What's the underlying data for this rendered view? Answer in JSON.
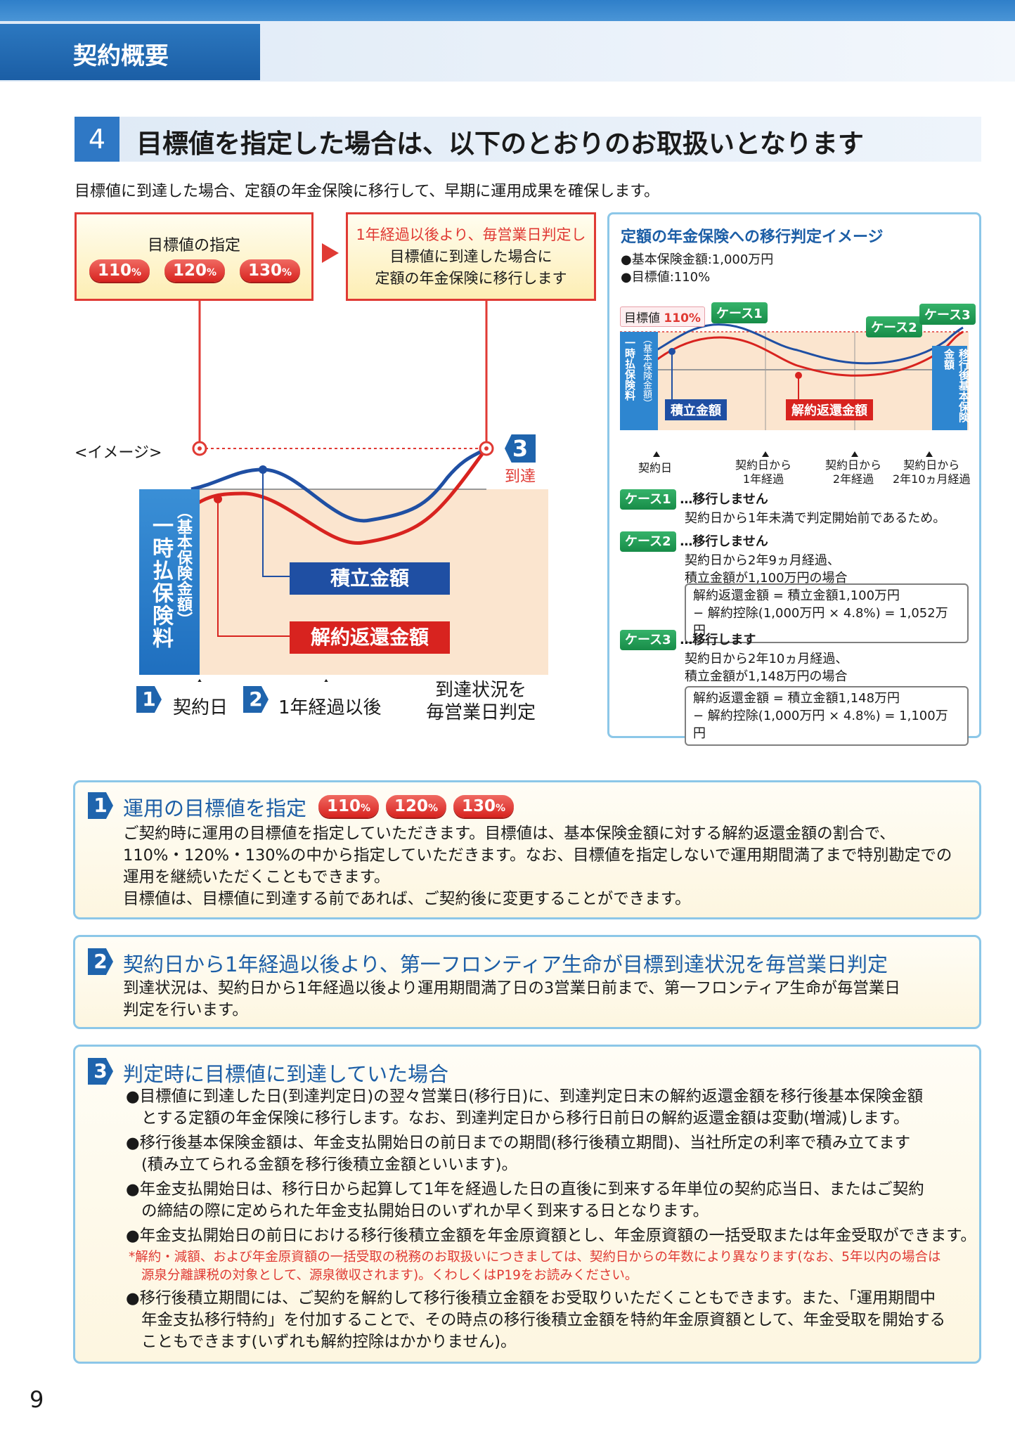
{
  "header": {
    "section_label": "契約概要"
  },
  "heading": {
    "number": "4",
    "title": "目標値を指定した場合は、以下のとおりのお取扱いとなります"
  },
  "intro": "目標値に到達した場合、定額の年金保険に移行して、早期に運用成果を確保します。",
  "flow": {
    "box_a_title": "目標値の指定",
    "targets": [
      "110",
      "120",
      "130"
    ],
    "percent": "%",
    "box_b_lines": [
      "1年経過以後より、毎営業日判定し",
      "目標値に到達した場合に",
      "定額の年金保険に移行します"
    ]
  },
  "chart": {
    "image_label": "<イメージ>",
    "vertical_label_main": "一時払保険料",
    "vertical_label_sub": "（基本保険金額）",
    "legend_accum": "積立金額",
    "legend_surrender": "解約返還金額",
    "reach_number": "3",
    "reach_label": "到達",
    "step1_number": "1",
    "step1_label": "契約日",
    "step2_number": "2",
    "step2_label": "1年経過以後",
    "judge_lines": [
      "到達状況を",
      "毎営業日判定"
    ],
    "colors": {
      "accum": "#1f4fa3",
      "surrender": "#d8231f"
    }
  },
  "right_panel": {
    "title": "定額の年金保険への移行判定イメージ",
    "conditions": [
      "●基本保険金額:1,000万円",
      "●目標値:110%"
    ],
    "target_tag": "目標値",
    "target_value": "110%",
    "cases": [
      "ケース1",
      "ケース2",
      "ケース3"
    ],
    "left_bar_main": "一時払保険料",
    "left_bar_sub": "（基本保険金額）",
    "right_bar": "移行後基本保険金額",
    "legend_accum": "積立金額",
    "legend_surrender": "解約返還金額",
    "axis": [
      "契約日",
      "契約日から\n1年経過",
      "契約日から\n2年経過",
      "契約日から\n2年10ヵ月経過"
    ],
    "case_items": [
      {
        "badge": "ケース1",
        "result": "…移行しません",
        "lines": [
          "契約日から1年未満で判定開始前であるため。"
        ],
        "calc": []
      },
      {
        "badge": "ケース2",
        "result": "…移行しません",
        "lines": [
          "契約日から2年9ヵ月経過、",
          "積立金額が1,100万円の場合"
        ],
        "calc": [
          "解約返還金額 = 積立金額1,100万円",
          "− 解約控除(1,000万円 × 4.8%) = 1,052万円"
        ]
      },
      {
        "badge": "ケース3",
        "result": "…移行します",
        "lines": [
          "契約日から2年10ヵ月経過、",
          "積立金額が1,148万円の場合"
        ],
        "calc": [
          "解約返還金額 = 積立金額1,148万円",
          "− 解約控除(1,000万円 × 4.8%) = 1,100万円"
        ]
      }
    ]
  },
  "details": [
    {
      "number": "1",
      "title": "運用の目標値を指定",
      "paragraphs": [
        "ご契約時に運用の目標値を指定していただきます。目標値は、基本保険金額に対する解約返還金額の割合で、",
        "110%・120%・130%の中から指定していただきます。なお、目標値を指定しないで運用期間満了まで特別勘定での",
        "運用を継続いただくこともできます。",
        "目標値は、目標値に到達する前であれば、ご契約後に変更することができます。"
      ]
    },
    {
      "number": "2",
      "title": "契約日から1年経過以後より、第一フロンティア生命が目標到達状況を毎営業日判定",
      "paragraphs": [
        "到達状況は、契約日から1年経過以後より運用期間満了日の3営業日前まで、第一フロンティア生命が毎営業日",
        "判定を行います。"
      ]
    },
    {
      "number": "3",
      "title": "判定時に目標値に到達していた場合",
      "bullets": [
        [
          "●目標値に到達した日(到達判定日)の翌々営業日(移行日)に、到達判定日末の解約返還金額を移行後基本保険金額",
          "とする定額の年金保険に移行します。なお、到達判定日から移行日前日の解約返還金額は変動(増減)します。"
        ],
        [
          "●移行後基本保険金額は、年金支払開始日の前日までの期間(移行後積立期間)、当社所定の利率で積み立てます",
          "(積み立てられる金額を移行後積立金額といいます)。"
        ],
        [
          "●年金支払開始日は、移行日から起算して1年を経過した日の直後に到来する年単位の契約応当日、またはご契約",
          "の締結の際に定められた年金支払開始日のいずれか早く到来する日となります。"
        ],
        [
          "●年金支払開始日の前日における移行後積立金額を年金原資額とし、年金原資額の一括受取または年金受取ができます。"
        ]
      ],
      "note": [
        "*解約・減額、および年金原資額の一括受取の税務のお取扱いにつきましては、契約日からの年数により異なります(なお、5年以内の場合は",
        "源泉分離課税の対象として、源泉徴収されます)。くわしくはP19をお読みください。"
      ],
      "last_bullet": [
        "●移行後積立期間には、ご契約を解約して移行後積立金額をお受取りいただくこともできます。また、「運用期間中",
        "年金支払移行特約」を付加することで、その時点の移行後積立金額を特約年金原資額として、年金受取を開始する",
        "こともできます(いずれも解約控除はかかりません)。"
      ]
    }
  ],
  "page_number": "9"
}
